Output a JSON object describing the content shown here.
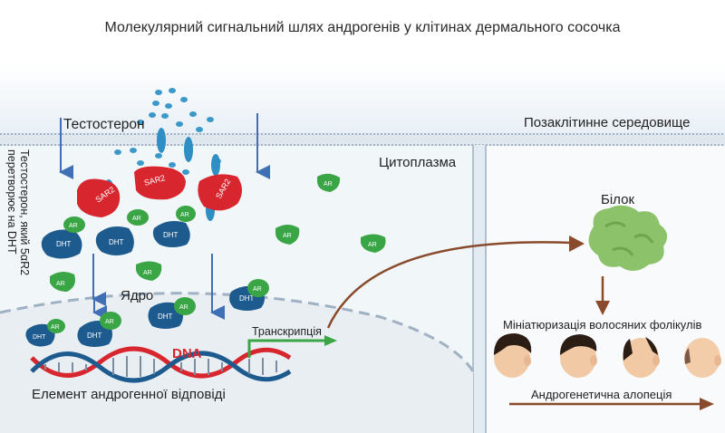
{
  "title": "Молекулярний сигнальний шлях андрогенів у клітинах дермального сосочка",
  "labels": {
    "testosterone": "Тестостерон",
    "extracellular": "Позаклітинне середовище",
    "cytoplasm": "Цитоплазма",
    "nucleus": "Ядро",
    "protein": "Білок",
    "transcription": "Транскрипція",
    "dna": "DNA",
    "response_element": "Елемент андрогенної відповіді",
    "miniaturization": "Мініатюризація волосяних фолікулів",
    "alopecia": "Андрогенетична алопеція",
    "vertical_line1": "Тестостерон, який 5αR2",
    "vertical_line2": "перетворює на DHT"
  },
  "molecules": {
    "sar2": "SAR2",
    "dht": "DHT",
    "ar": "AR"
  },
  "colors": {
    "membrane": "#c9d4de",
    "cytoplasm_bg": "#eef4f8",
    "sar2": "#d8262f",
    "dht": "#1d5b8f",
    "ar": "#3aa545",
    "arrow_blue": "#3f6fb5",
    "arrow_brown": "#8a4a2c",
    "protein": "#8cc36a"
  }
}
